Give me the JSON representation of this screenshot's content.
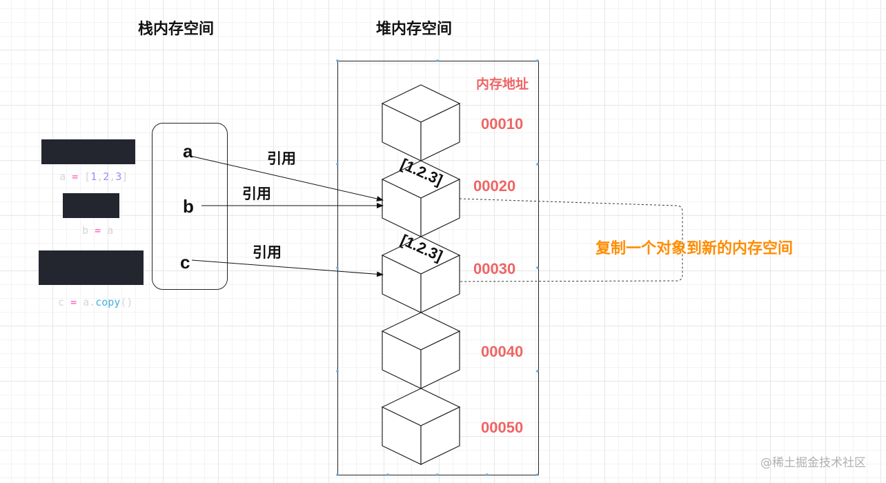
{
  "stack_title": "栈内存空间",
  "heap_title": "堆内存空间",
  "code_snippets": {
    "assign_a": {
      "var": "a",
      "op": "=",
      "value": "[1,2,3]",
      "nums": [
        "1",
        "2",
        "3"
      ]
    },
    "assign_b": {
      "var": "b",
      "op": "=",
      "value": "a"
    },
    "assign_c": {
      "var": "c",
      "op": "=",
      "obj": "a",
      "method": "copy",
      "call": "()"
    }
  },
  "stack_vars": [
    "a",
    "b",
    "c"
  ],
  "ref_labels": [
    "引用",
    "引用",
    "引用"
  ],
  "heap_address_title": "内存地址",
  "heap_addresses": [
    "00010",
    "00020",
    "00030",
    "00040",
    "00050"
  ],
  "cube_labels": [
    "[1.2.3]",
    "[1.2.3]"
  ],
  "copy_note": "复制一个对象到新的内存空间",
  "watermark": "@稀土掘金技术社区",
  "colors": {
    "address": "#ef6464",
    "copy_note": "#ff8c00",
    "code_bg": "#23262e",
    "code_op": "#ff4fb4",
    "code_num": "#9d8cf5",
    "code_fn": "#3fb0e3"
  }
}
